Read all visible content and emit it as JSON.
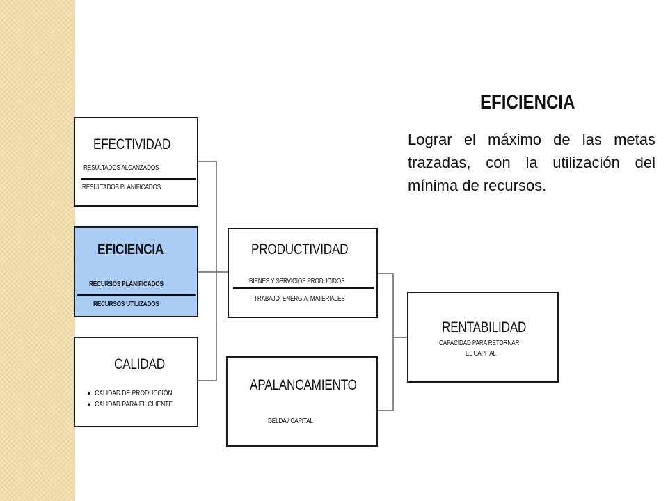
{
  "definition": {
    "title": "EFICIENCIA",
    "text": "Lograr el máximo de las metas trazadas, con la utilización del mínima de recursos."
  },
  "boxes": {
    "efectividad": {
      "title": "EFECTIVIDAD",
      "numerator": "RESULTADOS ALCANZADOS",
      "denominator": "RESULTADOS PLANIFICADOS"
    },
    "eficiencia": {
      "title": "EFICIENCIA",
      "numerator": "RECURSOS PLANIFICADOS",
      "denominator": "RECURSOS UTILIZADOS",
      "highlight_color": "#a9cdf5"
    },
    "calidad": {
      "title": "CALIDAD",
      "items": [
        "CALIDAD DE PRODUCCIÓN",
        "CALIDAD PARA EL CLIENTE"
      ]
    },
    "productividad": {
      "title": "PRODUCTIVIDAD",
      "numerator": "BIENES Y SERVICIOS PRODUCIDOS",
      "denominator": "TRABAJO, ENERGIA, MATERIALES"
    },
    "apalancamiento": {
      "title": "APALANCAMIENTO",
      "formula": "DELDA / CAPITAL"
    },
    "rentabilidad": {
      "title": "RENTABILIDAD",
      "line1": "CAPACIDAD PARA RETORNAR",
      "line2": "EL CAPITAL"
    }
  },
  "colors": {
    "side_strip": "#f3e3b3",
    "highlight": "#a9cdf5",
    "border": "#1a1a1a"
  }
}
